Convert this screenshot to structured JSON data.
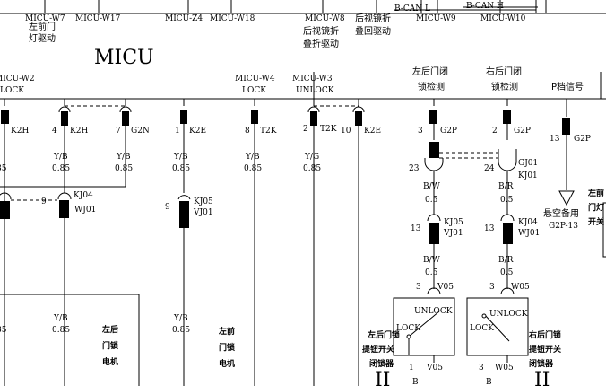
{
  "top": {
    "w7": "MICU-W7",
    "w17": "MICU-W17",
    "z4": "MICU-Z4",
    "w18": "MICU-W18",
    "w8": "MICU-W8",
    "w9": "MICU-W9",
    "w10": "MICU-W10",
    "bcan_l": "B-CAN L",
    "bcan_h": "B-CAN H",
    "w7_desc1": "左前门",
    "w7_desc2": "灯驱动",
    "w8_desc1": "后视镜折",
    "w8_desc2": "叠折驱动",
    "w8b_desc1": "后视镜折",
    "w8b_desc2": "叠回驱动"
  },
  "micu": "MICU",
  "outputs": {
    "w2": "MICU-W2",
    "w2_sub": "LOCK",
    "w4": "MICU-W4",
    "w4_sub": "LOCK",
    "w3": "MICU-W3",
    "w3_sub": "UNLOCK"
  },
  "pins": [
    {
      "num": "",
      "conn": "K2H"
    },
    {
      "num": "4",
      "conn": "K2H"
    },
    {
      "num": "7",
      "conn": "G2N"
    },
    {
      "num": "1",
      "conn": "K2E"
    },
    {
      "num": "8",
      "conn": "T2K"
    },
    {
      "num": "2",
      "conn": "T2K"
    },
    {
      "num": "10",
      "conn": "K2E"
    }
  ],
  "wires": [
    {
      "color": "",
      "size": "85"
    },
    {
      "color": "Y/B",
      "size": "0.85"
    },
    {
      "color": "Y/B",
      "size": "0.85"
    },
    {
      "color": "Y/B",
      "size": "0.85"
    },
    {
      "color": "Y/B",
      "size": "0.85"
    },
    {
      "color": "Y/G",
      "size": "0.85"
    }
  ],
  "joints": {
    "kj04": "KJ04",
    "wj01": "WJ01",
    "nine_a": "9",
    "kj05": "KJ05",
    "vj01": "VJ01",
    "nine_b": "9"
  },
  "bottom_wires": [
    {
      "color": "",
      "size": "85"
    },
    {
      "color": "Y/B",
      "size": "0.85"
    },
    {
      "color": "Y/B",
      "size": "0.85"
    }
  ],
  "motors": {
    "rear": [
      "左后",
      "门锁",
      "电机"
    ],
    "front": [
      "左前",
      "门锁",
      "电机"
    ]
  },
  "detect": {
    "left_title1": "左后门闭",
    "left_title2": "锁检测",
    "right_title1": "右后门闭",
    "right_title2": "锁检测",
    "left_pin": "3",
    "left_conn": "G2P",
    "right_pin": "2",
    "right_conn": "G2P",
    "left_joint_num": "23",
    "right_joint_num": "24",
    "gj01": "GJ01",
    "kj01": "KJ01",
    "left_w1": "B/W",
    "left_s1": "0.5",
    "right_w1": "B/R",
    "right_s1": "0.5",
    "left_j2_num": "13",
    "left_j2a": "KJ05",
    "left_j2b": "VJ01",
    "right_j2_num": "13",
    "right_j2a": "KJ04",
    "right_j2b": "WJ01",
    "left_w2": "B/W",
    "left_s2": "0.5",
    "right_w2": "B/R",
    "right_s2": "0.5",
    "left_sw_pin": "3",
    "left_sw_conn": "V05",
    "right_sw_pin": "3",
    "right_sw_conn": "W05",
    "left_unlock": "UNLOCK",
    "left_lock": "LOCK",
    "right_unlock": "UNLOCK",
    "right_lock": "LOCK",
    "left_bot_pin": "1",
    "left_bot_conn": "V05",
    "right_bot_pin": "3",
    "right_bot_conn": "W05",
    "left_bot_wire": "B",
    "right_bot_wire": "B",
    "left_sw_desc": [
      "左后门锁",
      "提钮开关",
      "闭锁器"
    ],
    "right_sw_desc": [
      "右后门锁",
      "提钮开关",
      "闭锁器"
    ],
    "roman": "II"
  },
  "p_signal": {
    "title": "P档信号",
    "pin": "13",
    "conn": "G2P",
    "ground": "悬空备用",
    "ground_code": "G2P-13",
    "edge_text": [
      "左前",
      "门灯",
      "开关"
    ]
  }
}
